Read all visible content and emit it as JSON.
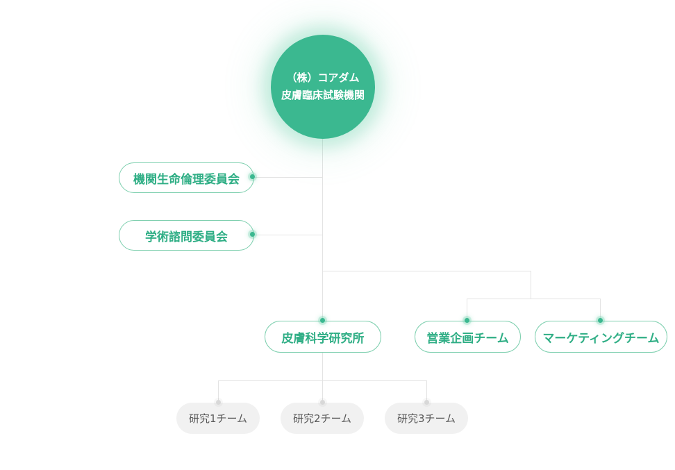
{
  "colors": {
    "brand_green": "#3bb890",
    "green_text": "#2fae85",
    "pill_border": "#7dcfae",
    "connector_line": "#e3e3e3",
    "gray_pill_bg": "#f1f1f1",
    "gray_pill_text": "#575757"
  },
  "root": {
    "line1": "（株）コアダム",
    "line2": "皮膚臨床試験機関"
  },
  "committees": [
    {
      "label": "機関生命倫理委員会"
    },
    {
      "label": "学術諮問委員会"
    }
  ],
  "departments": [
    {
      "label": "皮膚科学研究所"
    },
    {
      "label": "営業企画チーム"
    },
    {
      "label": "マーケティングチーム"
    }
  ],
  "teams": [
    {
      "label": "研究1チーム"
    },
    {
      "label": "研究2チーム"
    },
    {
      "label": "研究3チーム"
    }
  ]
}
